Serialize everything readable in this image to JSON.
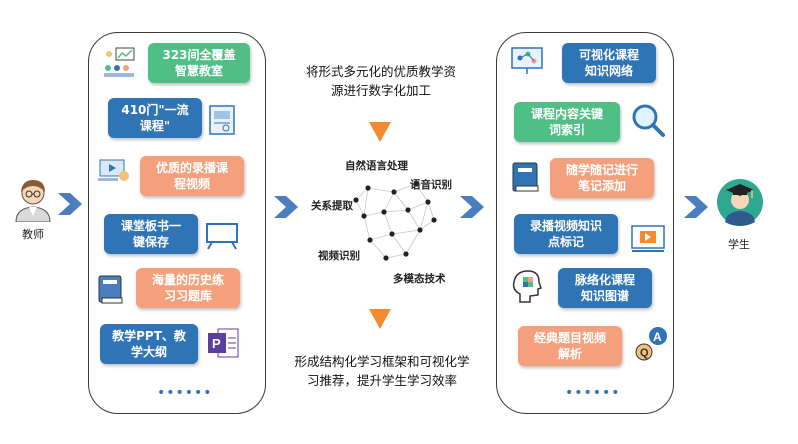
{
  "left": {
    "items": [
      {
        "text": "323间全覆盖\n智慧教室",
        "color": "green"
      },
      {
        "text": "410门\"一流\n课程\"",
        "color": "blue"
      },
      {
        "text": "优质的录播课\n程视频",
        "color": "salmon"
      },
      {
        "text": "课堂板书一\n键保存",
        "color": "blue"
      },
      {
        "text": "海量的历史练\n习习题库",
        "color": "salmon"
      },
      {
        "text": "教学PPT、教\n学大纲",
        "color": "blue"
      }
    ],
    "more": "••••••"
  },
  "right": {
    "items": [
      {
        "text": "可视化课程\n知识网络",
        "color": "blue"
      },
      {
        "text": "课程内容关键\n词索引",
        "color": "green"
      },
      {
        "text": "随学随记进行\n笔记添加",
        "color": "salmon"
      },
      {
        "text": "录播视频知识\n点标记",
        "color": "blue"
      },
      {
        "text": "脉络化课程\n知识图谱",
        "color": "blue"
      },
      {
        "text": "经典题目视频\n解析",
        "color": "salmon"
      }
    ],
    "more": "••••••"
  },
  "teacher_label": "教师",
  "student_label": "学生",
  "center": {
    "top_text": "将形式多元化的优质教学资\n源进行数字化加工",
    "bottom_text": "形成结构化学习框架和可视化学\n习推荐，提升学生学习效率",
    "labels": {
      "nlp": "自然语言处理",
      "speech": "语音识别",
      "relation": "关系提取",
      "video": "视频识别",
      "multimodal": "多模态技术"
    }
  },
  "colors": {
    "green": "#4fbf86",
    "blue": "#2f74b5",
    "salmon": "#f4a07d",
    "arrow_blue": "#4a7ebf",
    "arrow_orange": "#f28a2e"
  }
}
